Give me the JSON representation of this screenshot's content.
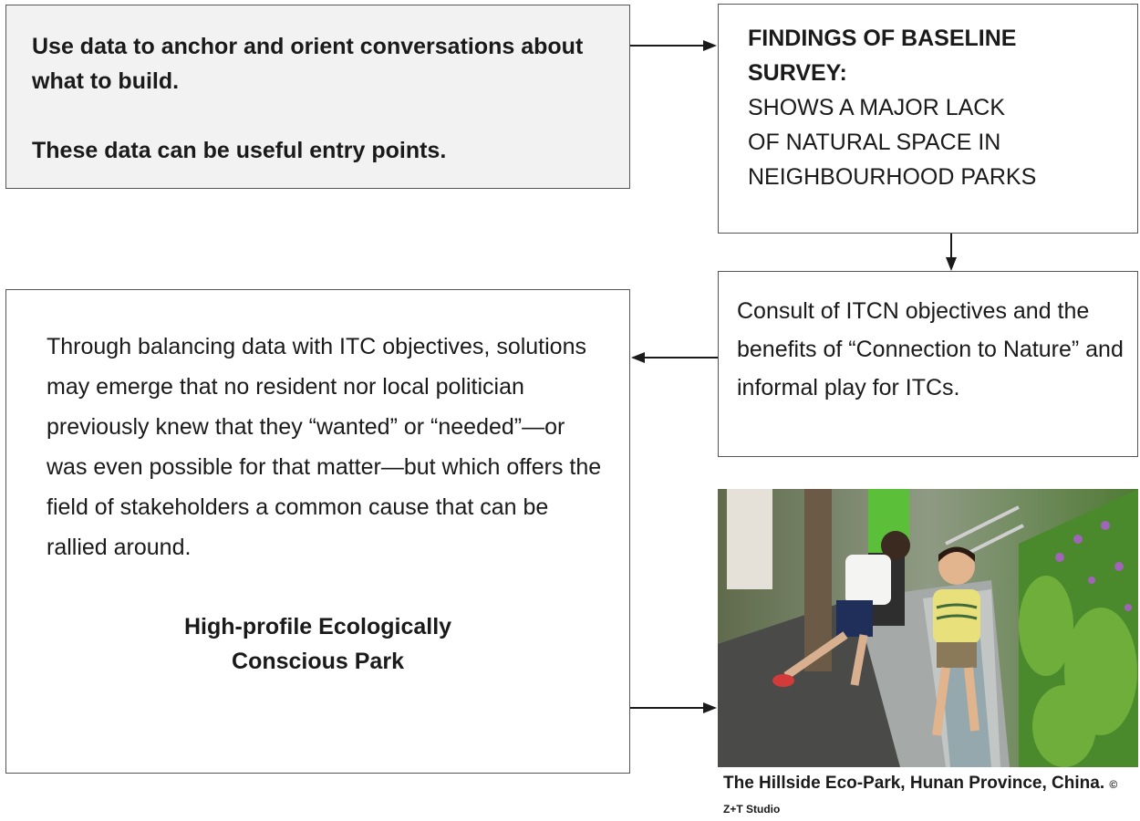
{
  "box_data": {
    "line1": "Use data to anchor and orient conversations about what to build.",
    "line2": "These data can be useful entry points."
  },
  "box_findings": {
    "heading": [
      "FINDINGS OF BASELINE",
      "SURVEY:"
    ],
    "body": [
      "SHOWS A MAJOR LACK",
      "OF NATURAL SPACE IN",
      "NEIGHBOURHOOD PARKS"
    ]
  },
  "box_consult": {
    "text": "Consult of ITCN objectives and the benefits of “Connection to Nature” and informal play for ITCs."
  },
  "box_balance": {
    "text": "Through balancing data with ITC objectives, solutions may emerge that no resident nor local politician previously knew that they “wanted” or “needed”—or was even possible for that matter—but which offers the field of stakeholders a common cause that can be rallied around.",
    "conclusion": [
      "High-profile Ecologically",
      "Conscious Park"
    ]
  },
  "photo": {
    "caption": "The Hillside Eco-Park, Hunan Province, China.",
    "credit": "© Z+T Studio"
  }
}
